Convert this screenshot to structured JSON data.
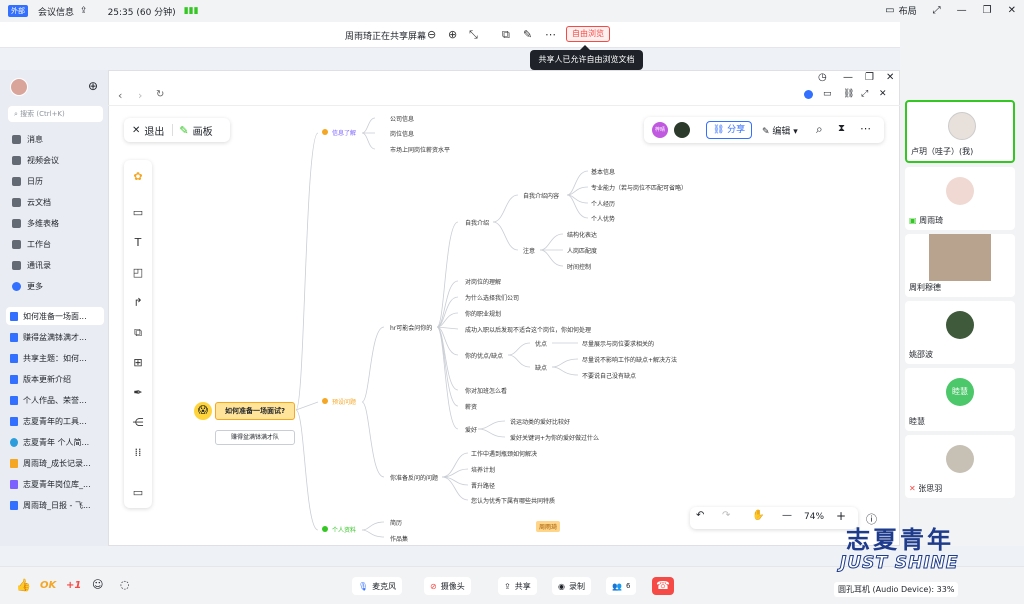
{
  "topbar": {
    "tag": "外部",
    "meeting": "会议信息",
    "time": "25:35 (60 分钟)",
    "layout": "布局"
  },
  "sharebar": {
    "title": "周雨琦正在共享屏幕",
    "free_browse": "自由浏览",
    "tooltip": "共享人已允许自由浏览文档"
  },
  "sidebar": {
    "search_placeholder": "搜索 (Ctrl+K)",
    "nav": [
      "消息",
      "视频会议",
      "日历",
      "云文档",
      "多维表格",
      "工作台",
      "通讯录",
      "更多"
    ],
    "docs": [
      "如何准备一场面...",
      "赚得盆满钵满才...",
      "共享主题：如何...",
      "版本更新介绍",
      "个人作品、荣誉...",
      "志夏青年的工具...",
      "志夏青年 个人简...",
      "周雨琦_成长记录...",
      "志夏青年岗位库_...",
      "周雨琦_日报 - 飞..."
    ]
  },
  "board": {
    "exit": "退出",
    "board_label": "画板",
    "share": "分享",
    "edit": "编辑",
    "zoom": "74%",
    "avatar_label": "梓晴"
  },
  "mindmap": {
    "root": "如何准备一场面试?",
    "root_sub": "赚得盆满钵满才队",
    "n1": "信息了解",
    "n1_items": [
      "公司信息",
      "岗位信息",
      "市场上同岗位薪资水平"
    ],
    "n2": "预设问题",
    "hr": "hr可能会问你的",
    "intro": "自我介绍",
    "intro_content": "自我介绍内容",
    "intro_items": [
      "基本信息",
      "专业能力（若与岗位不匹配可省略）",
      "个人经历",
      "个人优势"
    ],
    "notice": "注意",
    "notice_items": [
      "结构化表达",
      "人岗匹配度",
      "时间控制"
    ],
    "hr_items": [
      "对岗位的理解",
      "为什么选择我们公司",
      "你的职业规划",
      "成功入职以后发现不适合这个岗位，你如何处理"
    ],
    "pros_cons": "你的优点/缺点",
    "pros": "优点",
    "pros_item": "尽量展示与岗位要求相关的",
    "cons": "缺点",
    "cons_items": [
      "尽量说不影响工作的缺点+解决方法",
      "不要说自己没有缺点"
    ],
    "hr_items2": [
      "你对加班怎么看",
      "薪资"
    ],
    "hobby": "爱好",
    "hobby_items": [
      "说运动类的爱好比较好",
      "爱好关键词+为你的爱好做过什么"
    ],
    "ask": "你准备反问的问题",
    "ask_items": [
      "工作中遇到瓶颈如何解决",
      "培养计划",
      "晋升路径",
      "您认为优秀下属有哪些共同特质"
    ],
    "n3": "个人资料",
    "n3_items": [
      "简历",
      "作品集"
    ],
    "cursor_label": "周雨琦"
  },
  "participants": [
    {
      "name": "卢玥（哇子）(我)"
    },
    {
      "name": "周雨琦"
    },
    {
      "name": "周利穆德"
    },
    {
      "name": "姚邵波"
    },
    {
      "name": "睦慧",
      "initials": "睦慧"
    },
    {
      "name": "张思羽"
    }
  ],
  "bottombar": {
    "reactions": [
      "OK",
      "+1"
    ],
    "mic": "麦克风",
    "camera": "摄像头",
    "share": "共享",
    "record": "录制",
    "people_count": "6"
  },
  "brand": {
    "line1": "志夏青年",
    "line2": "JUST SHINE"
  },
  "device": "圆孔耳机 (Audio Device): 33%",
  "colors": {
    "accent": "#3370ff",
    "danger": "#f54a45",
    "root_fill": "#ffe49a",
    "branch_orange": "#f5a623",
    "branch_purple": "#7b61ff",
    "branch_green": "#34c724"
  }
}
